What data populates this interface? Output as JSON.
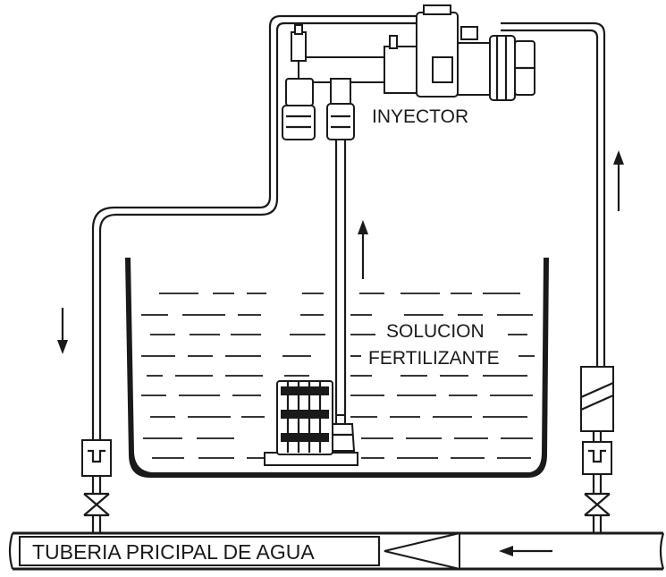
{
  "labels": {
    "injector": "INYECTOR",
    "solution_line1": "SOLUCION",
    "solution_line2": "FERTILIZANTE",
    "main_pipe": "TUBERIA PRICIPAL DE AGUA"
  },
  "colors": {
    "ink": "#1a1a1a",
    "background": "#ffffff"
  },
  "arrows": [
    {
      "name": "flow-down-left",
      "direction": "down"
    },
    {
      "name": "flow-up-center",
      "direction": "up"
    },
    {
      "name": "flow-up-right",
      "direction": "up"
    },
    {
      "name": "flow-left-main",
      "direction": "left"
    }
  ]
}
